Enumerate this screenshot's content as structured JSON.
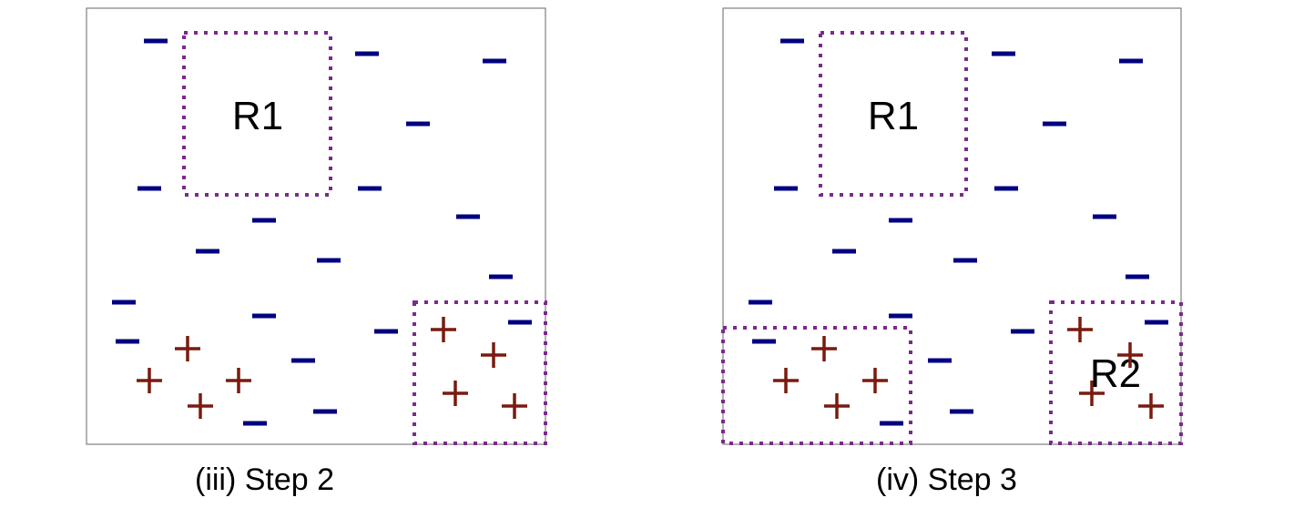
{
  "panels": [
    {
      "caption": "(iii) Step 2",
      "regions": [
        {
          "label": "R1"
        },
        {
          "label": ""
        }
      ]
    },
    {
      "caption": "(iv) Step 3",
      "regions": [
        {
          "label": "R1"
        },
        {
          "label": ""
        },
        {
          "label": "R2"
        }
      ]
    }
  ],
  "colors": {
    "negative": "#000080",
    "positive": "#7b1a0f",
    "region_border": "#7b2a8c",
    "frame": "#7f7f7f"
  }
}
